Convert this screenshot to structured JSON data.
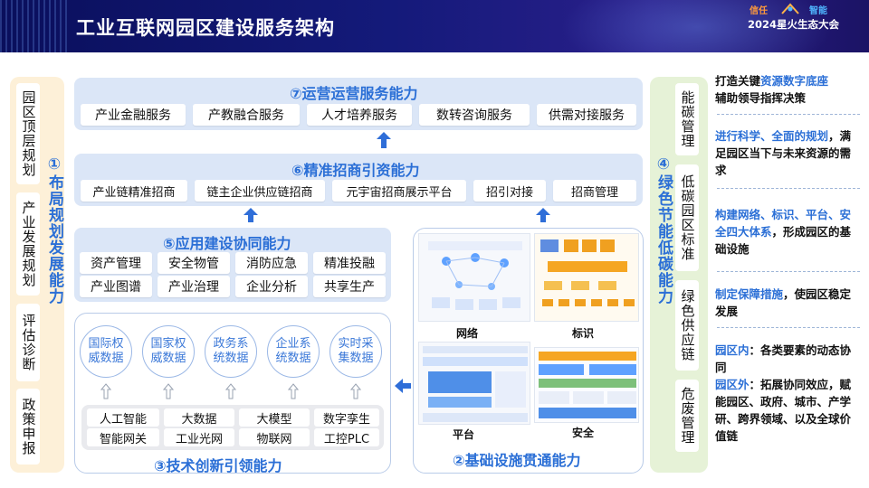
{
  "header": {
    "title": "工业互联网园区建设服务架构",
    "event_word1": "信任",
    "event_word2": "智能",
    "event_name": "2024星火生态大会"
  },
  "left": {
    "items": [
      "园区顶层规划",
      "产业发展规划",
      "评估诊断",
      "政策申报"
    ],
    "title": "①布局规划发展能力"
  },
  "panel7": {
    "title": "⑦运营运营服务能力",
    "items": [
      "产业金融服务",
      "产教融合服务",
      "人才培养服务",
      "数转咨询服务",
      "供需对接服务"
    ]
  },
  "panel6": {
    "title": "⑥精准招商引资能力",
    "items": [
      "产业链精准招商",
      "链主企业供应链招商",
      "元宇宙招商展示平台",
      "招引对接",
      "招商管理"
    ]
  },
  "panel5": {
    "title": "⑤应用建设协同能力",
    "items": [
      "资产管理",
      "安全物管",
      "消防应急",
      "精准投融",
      "产业图谱",
      "产业治理",
      "企业分析",
      "共享生产"
    ]
  },
  "panel3": {
    "title": "③技术创新引领能力",
    "circles": [
      "国际权威数据",
      "国家权威数据",
      "政务系统数据",
      "企业系统数据",
      "实时采集数据"
    ],
    "tech": [
      "人工智能",
      "大数据",
      "大模型",
      "数字孪生",
      "智能网关",
      "工业光网",
      "物联网",
      "工控PLC"
    ]
  },
  "panel2": {
    "title": "②基础设施贯通能力",
    "labels": [
      "网络",
      "标识",
      "平台",
      "安全"
    ]
  },
  "green": {
    "title": "④绿色节能低碳能力",
    "items": [
      "能碳管理",
      "低碳园区标准",
      "绿色供应链",
      "危废管理"
    ]
  },
  "right_notes": [
    {
      "pre": "打造关键",
      "hl": "资源数字底座",
      "post": "辅助领导指挥决策"
    },
    {
      "pre": "",
      "hl": "进行科学、全面的规划",
      "post": "，满足园区当下与未来资源的需求"
    },
    {
      "pre": "",
      "hl": "构建网络、标识、平台、安全四大体系",
      "post": "，形成园区的基础设施"
    },
    {
      "pre": "",
      "hl": "制定保障措施",
      "post": "，使园区稳定发展"
    },
    {
      "hl1": "园区内",
      "t1": "：各类要素的动态协同",
      "hl2": "园区外",
      "t2": "：拓展协同效应，赋能园区、政府、城市、产学研、跨界领域、以及全球价值链"
    }
  ],
  "colors": {
    "accent": "#2b6fd6",
    "panel_bg": "#dbe6f7",
    "left_bg": "#fdf0d8",
    "green_bg": "#e6f2d7",
    "header_bg": "#0a0f5c"
  }
}
